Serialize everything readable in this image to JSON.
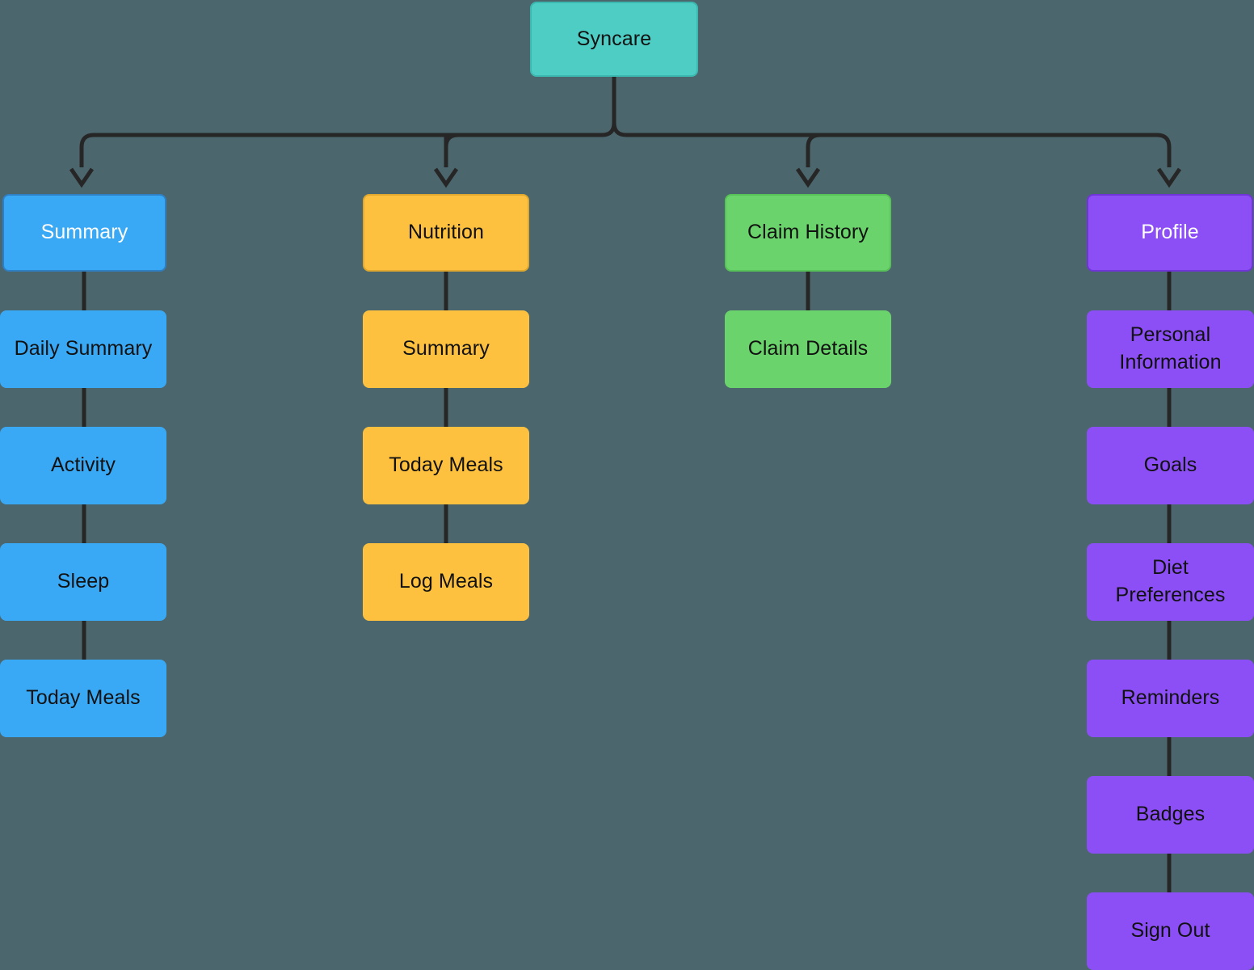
{
  "diagram": {
    "title": "Syncare",
    "type": "app-sitemap-flowchart",
    "background_color": "#4c666d",
    "edge_color": "#262626"
  },
  "palette": {
    "teal_fill": "#4ecdc4",
    "teal_border": "#3bb8b0",
    "blue_fill": "#3aa9f5",
    "blue_border": "#2f7fc4",
    "amber_fill": "#fdc13f",
    "amber_border": "#e0a82e",
    "green_fill": "#6bd36b",
    "green_border": "#57c257",
    "purple_fill": "#8b4ff5",
    "purple_border": "#6f35d6",
    "text_dark": "#111111",
    "text_light": "#ffffff"
  },
  "nodes": {
    "root": {
      "label": "Syncare"
    },
    "summary_branch": {
      "header": {
        "label": "Summary"
      },
      "children": [
        {
          "label": "Daily Summary"
        },
        {
          "label": "Activity"
        },
        {
          "label": "Sleep"
        },
        {
          "label": "Today Meals"
        }
      ]
    },
    "nutrition_branch": {
      "header": {
        "label": "Nutrition"
      },
      "children": [
        {
          "label": "Summary"
        },
        {
          "label": "Today Meals"
        },
        {
          "label": "Log Meals"
        }
      ]
    },
    "claim_branch": {
      "header": {
        "label": "Claim History"
      },
      "children": [
        {
          "label": "Claim Details"
        }
      ]
    },
    "profile_branch": {
      "header": {
        "label": "Profile"
      },
      "children": [
        {
          "label": "Personal Information"
        },
        {
          "label": "Goals"
        },
        {
          "label": "Diet Preferences"
        },
        {
          "label": "Reminders"
        },
        {
          "label": "Badges"
        },
        {
          "label": "Sign Out"
        }
      ]
    }
  }
}
